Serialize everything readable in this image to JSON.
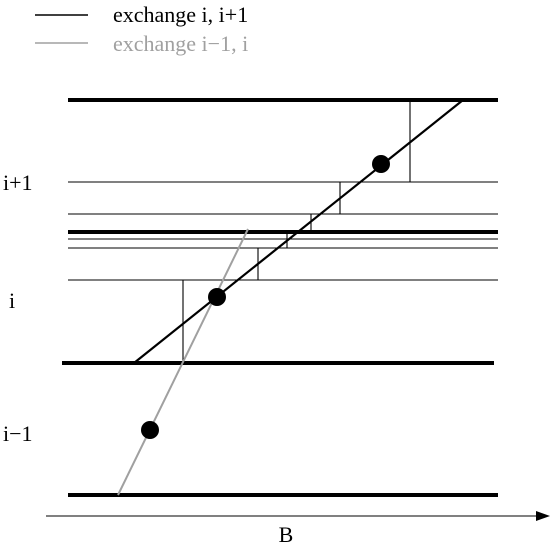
{
  "legend": {
    "items": [
      {
        "label": "exchange i, i+1",
        "color": "#000000"
      },
      {
        "label": "exchange i−1, i",
        "color": "#a0a0a0"
      }
    ]
  },
  "levels": [
    {
      "label": "i+1"
    },
    {
      "label": "i"
    },
    {
      "label": "i−1"
    }
  ],
  "axis": {
    "label": "B"
  },
  "colors": {
    "primary": "#000000",
    "secondary": "#a0a0a0",
    "background": "#ffffff"
  }
}
